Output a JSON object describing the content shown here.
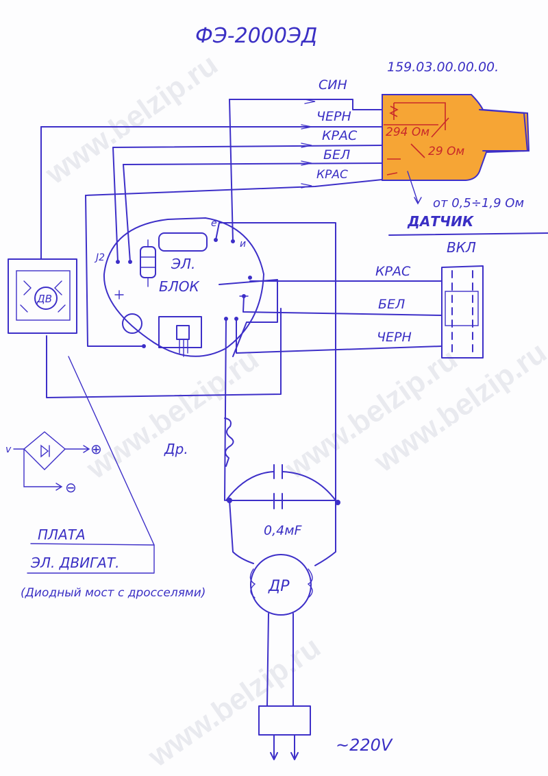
{
  "title": "ФЭ-2000ЭД",
  "part_number": "159.03.00.00.00.",
  "watermark": "www.belzip.ru",
  "sensor": {
    "wires": [
      "СИН",
      "ЧЕРН",
      "КРАС",
      "БЕЛ",
      "КРАС"
    ],
    "res1": "294 Ом",
    "res2": "29 Ом",
    "range": "от 0,5÷1,9 Ом",
    "label": "ДАТЧИК",
    "fill_color": "#f6a535"
  },
  "switch": {
    "label": "ВКЛ",
    "wires": [
      "КРАС",
      "БЕЛ",
      "ЧЕРН"
    ]
  },
  "block": {
    "line1": "ЭЛ.",
    "line2": "БЛОК",
    "pin_e": "е",
    "pin_i": "и",
    "pin_j2": "J2"
  },
  "motor_label": "ДВ",
  "choke_label": "Др.",
  "cap_label": "0,4мF",
  "heater_label": "ДР",
  "supply_label": "~220V",
  "bridge": {
    "input": "v",
    "plus": "⊕",
    "minus": "⊖"
  },
  "legend": {
    "line1": "ПЛАТА",
    "line2": "ЭЛ. ДВИГАТ.",
    "note": "(Диодный мост с дросселями)"
  }
}
